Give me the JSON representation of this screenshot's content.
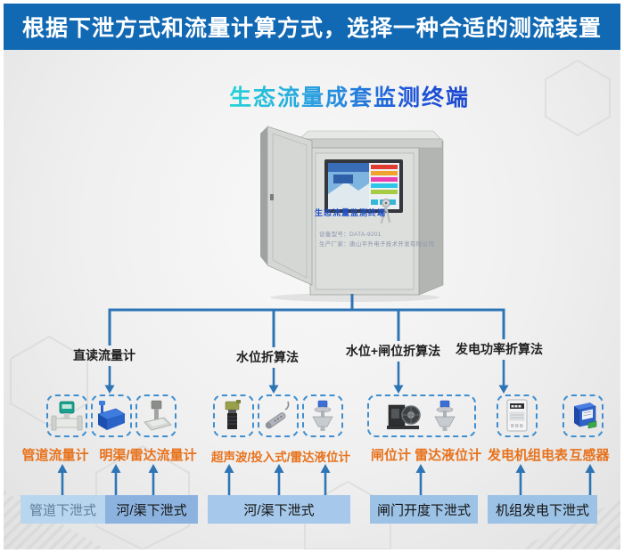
{
  "banner": {
    "title": "根据下泄方式和流量计算方式，选择一种合适的测流装置"
  },
  "page_title": "生态流量成套监测终端",
  "cabinet": {
    "panel_label": "生态流量监测终端",
    "model_line": "设备型号：DATA-9201",
    "maker_line": "生产厂家：唐山平升电子技术开发有限公司"
  },
  "branches": [
    {
      "label": "直读流量计"
    },
    {
      "label": "水位折算法"
    },
    {
      "label": "水位+闸位折算法"
    },
    {
      "label": "发电功率折算法"
    }
  ],
  "device_labels": [
    {
      "text": "管道流量计"
    },
    {
      "text": "明渠/雷达流量计"
    },
    {
      "text": "超声波/投入式/雷达液位计"
    },
    {
      "text": "闸位计 雷达液位计"
    },
    {
      "text": "发电机组电表"
    },
    {
      "text": "互感器"
    }
  ],
  "bottom_boxes": [
    {
      "text": "管道下泄式"
    },
    {
      "text": "河/渠下泄式"
    },
    {
      "text": "河/渠下泄式"
    },
    {
      "text": "闸门开度下泄式"
    },
    {
      "text": "机组发电下泄式"
    }
  ],
  "icons": [
    "pipe-flowmeter-icon",
    "open-channel-flume-icon",
    "radar-flowmeter-icon",
    "ultrasonic-level-sensor-icon",
    "submersible-level-sensor-icon",
    "radar-level-sensor-icon",
    "gate-position-sensor-icon",
    "radar-level-sensor-icon",
    "energy-meter-icon",
    "current-transformer-icon"
  ],
  "colors": {
    "banner_bg": "#1169b4",
    "connector_blue": "#2e75b6",
    "dashed_border_blue": "#3e8ed0",
    "device_label_orange": "#e8721c",
    "title_gradient_start": "#25d4d8",
    "title_gradient_end": "#1c46d0",
    "box_light_blue": "#b9d6ef",
    "box_dark_blue": "#8cb3e0",
    "box_mid_blue": "#a6c8ea",
    "box_medium_blue": "#9cc2e6"
  }
}
